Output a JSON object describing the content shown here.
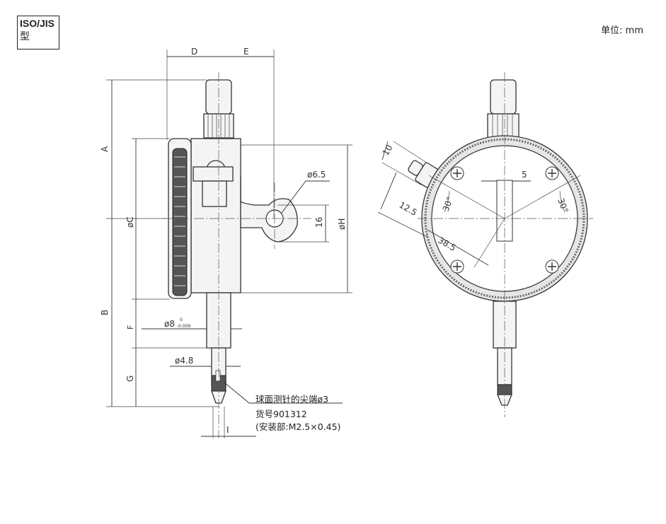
{
  "header": {
    "standard_line1": "ISO/JIS",
    "standard_line2": "型",
    "unit": "单位: mm"
  },
  "labels": {
    "A": "A",
    "B": "B",
    "C": "øC",
    "D": "D",
    "E": "E",
    "F": "F",
    "G": "G",
    "H": "øH",
    "I": "I",
    "lug_hole": "ø6.5",
    "lug_height": "16",
    "stem_dia_main": "ø8",
    "stem_tol_upper": "0",
    "stem_tol_lower": "-0.009",
    "spindle_dia": "ø4.8",
    "front_10": "10",
    "front_12_5": "12.5",
    "front_38_5": "38.5",
    "front_5": "5",
    "angle_left": "30°",
    "angle_right": "30°"
  },
  "note": {
    "line1": "球面测针的尖端ø3",
    "line2": "货号901312",
    "line3": "(安装部:M2.5×0.45)"
  },
  "colors": {
    "line": "#333333",
    "fill_light": "#f4f4f4",
    "fill_dark": "#555555"
  }
}
